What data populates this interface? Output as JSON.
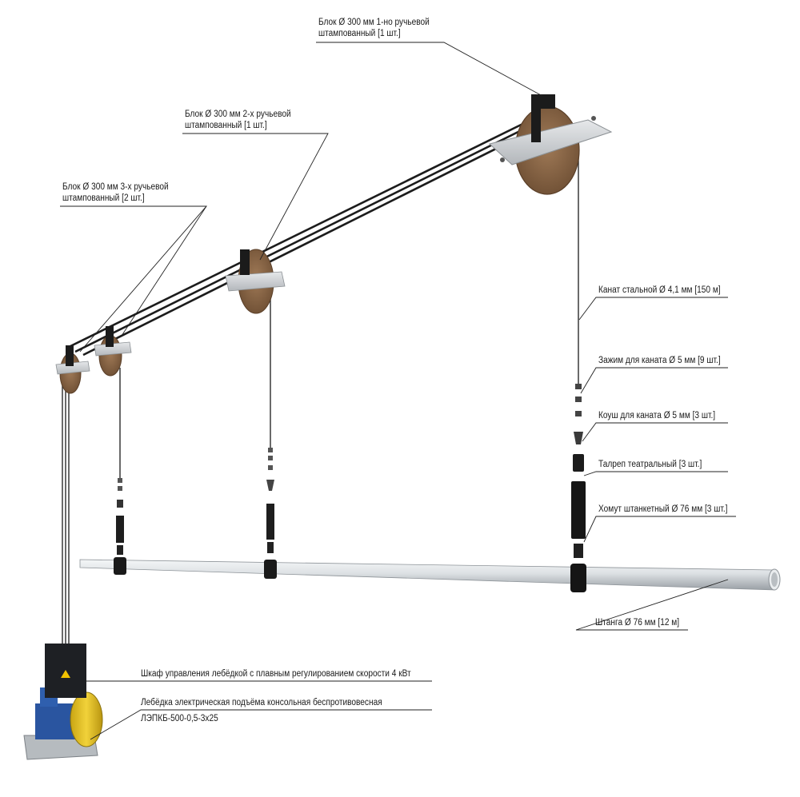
{
  "labels": {
    "block_1_groove": {
      "line1": "Блок Ø 300 мм 1-но ручьевой",
      "line2": "штампованный [1 шт.]"
    },
    "block_2_groove": {
      "line1": "Блок Ø 300 мм 2-х ручьевой",
      "line2": "штампованный [1 шт.]"
    },
    "block_3_groove": {
      "line1": "Блок Ø 300 мм 3-х ручьевой",
      "line2": "штампованный [2 шт.]"
    },
    "steel_rope": "Канат стальной Ø 4,1 мм [150 м]",
    "rope_clamp": "Зажим для каната Ø 5 мм [9 шт.]",
    "rope_thimble": "Коуш для каната Ø 5 мм [3 шт.]",
    "turnbuckle": "Талреп театральный [3 шт.]",
    "batten_clamp": "Хомут штанкетный Ø 76 мм [3 шт.]",
    "batten_pipe": "Штанга Ø 76 мм [12 м]",
    "control_cabinet": "Шкаф управления лебёдкой с плавным регулированием скорости 4 кВт",
    "winch": {
      "line1": "Лебёдка электрическая подъёма консольная беспротивовесная",
      "line2": "ЛЭПКБ-500-0,5-3х25"
    }
  },
  "colors": {
    "pulley_wheel": "#8a6444",
    "bracket_plate": "#cfd2d5",
    "rope": "#1c1c1c",
    "pipe": "#dfe3e6",
    "cabinet": "#1e2024",
    "motor": "#2a55a0",
    "drum": "#e6c21e",
    "leader": "#222222"
  }
}
